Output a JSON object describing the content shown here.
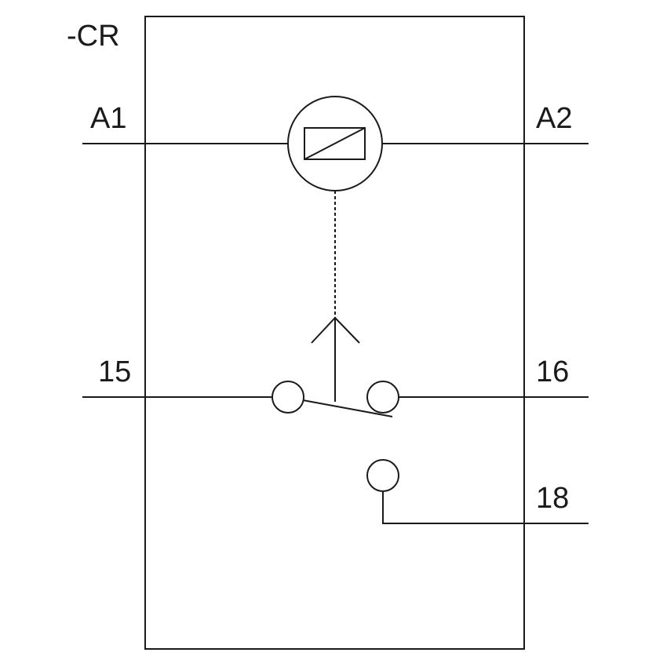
{
  "diagram": {
    "device_tag": "-CR",
    "terminals": {
      "coil_left": "A1",
      "coil_right": "A2",
      "common": "15",
      "normally_closed": "16",
      "normally_open": "18"
    },
    "colors": {
      "line": "#1a1a1a",
      "background": "#ffffff"
    }
  }
}
